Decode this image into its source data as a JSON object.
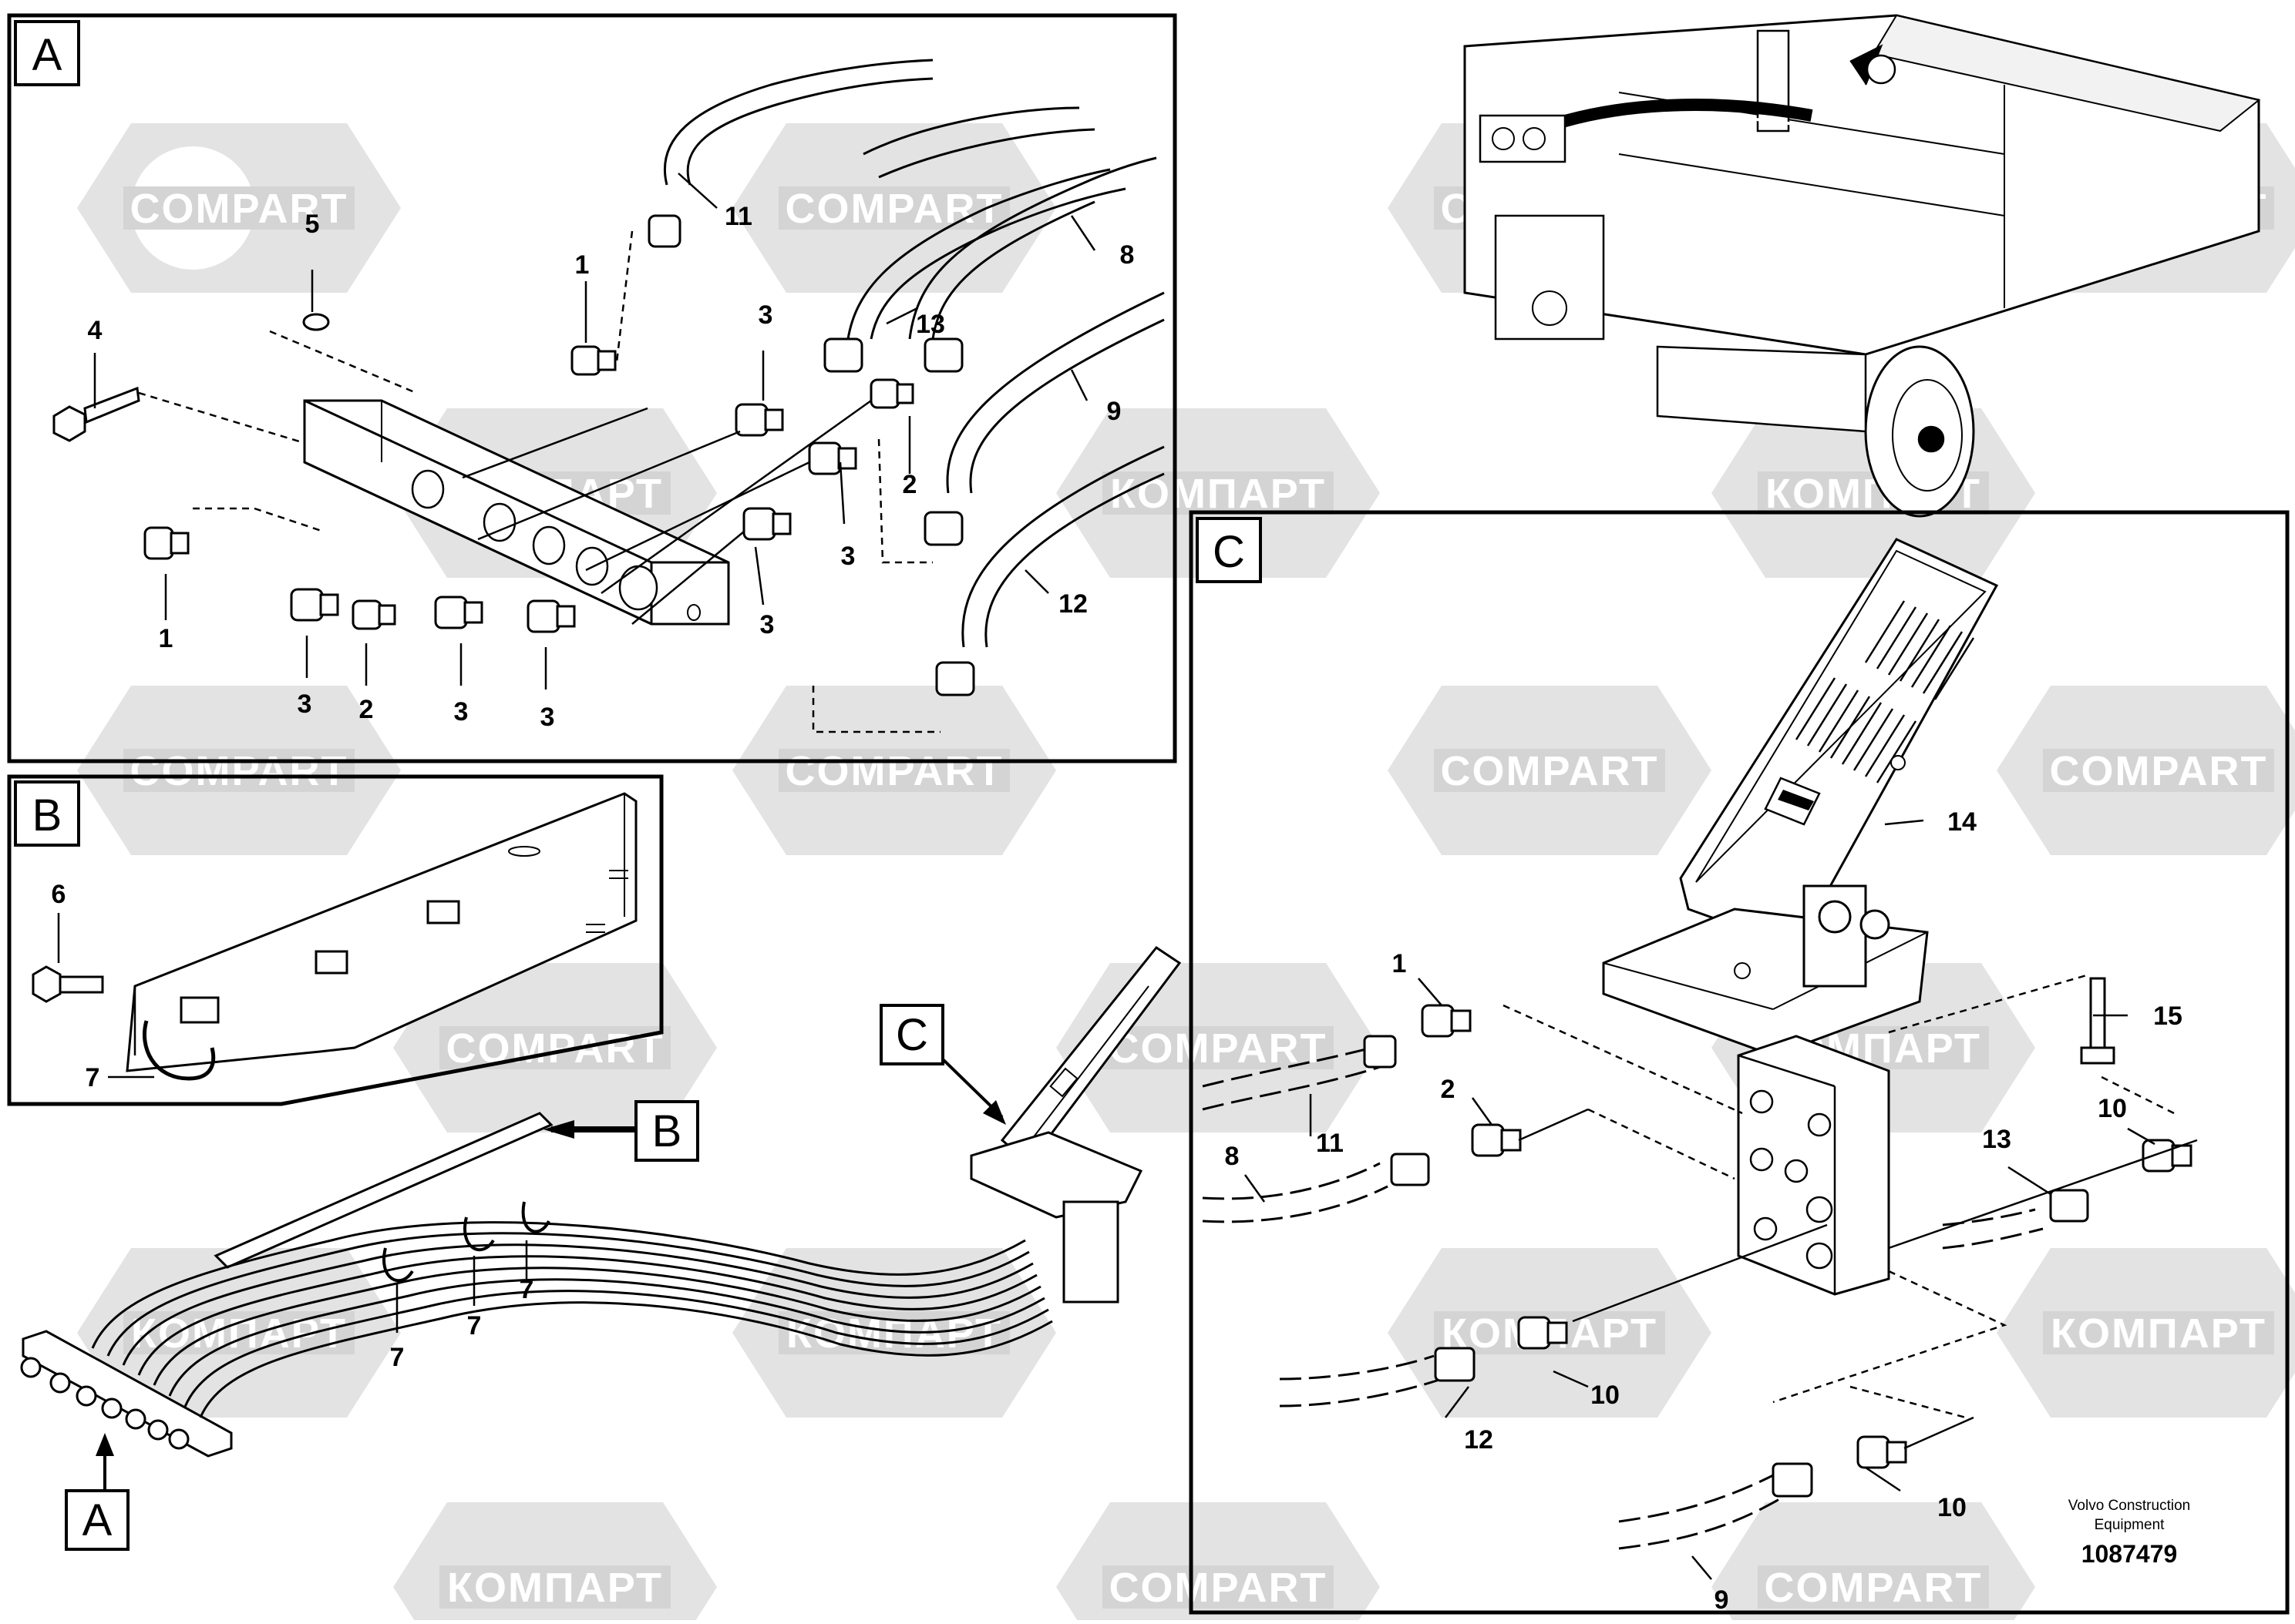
{
  "watermark": {
    "text_latin": "COMPART",
    "text_cyrillic": "КОМПАРТ",
    "color": "#d9d9d9"
  },
  "sections": {
    "A": {
      "label": "A"
    },
    "B": {
      "label": "B"
    },
    "C": {
      "label": "C"
    }
  },
  "pointers": {
    "A": "A",
    "B": "B",
    "C": "C"
  },
  "callouts": {
    "a_1_top": "1",
    "a_1_bot": "1",
    "a_2_right": "2",
    "a_2_bot": "2",
    "a_3_top": "3",
    "a_3_right": "3",
    "a_3_mid": "3",
    "a_3_b1": "3",
    "a_3_b2": "3",
    "a_3_b3": "3",
    "a_4": "4",
    "a_5": "5",
    "a_8": "8",
    "a_9": "9",
    "a_11": "11",
    "a_12": "12",
    "a_13": "13",
    "b_6": "6",
    "b_7": "7",
    "m_7a": "7",
    "m_7b": "7",
    "m_7c": "7",
    "c_1": "1",
    "c_2": "2",
    "c_8": "8",
    "c_9": "9",
    "c_10a": "10",
    "c_10b": "10",
    "c_10c": "10",
    "c_11": "11",
    "c_12": "12",
    "c_13": "13",
    "c_14": "14",
    "c_15": "15"
  },
  "footer": {
    "publisher_line1": "Volvo Construction",
    "publisher_line2": "Equipment",
    "document_number": "1087479"
  }
}
